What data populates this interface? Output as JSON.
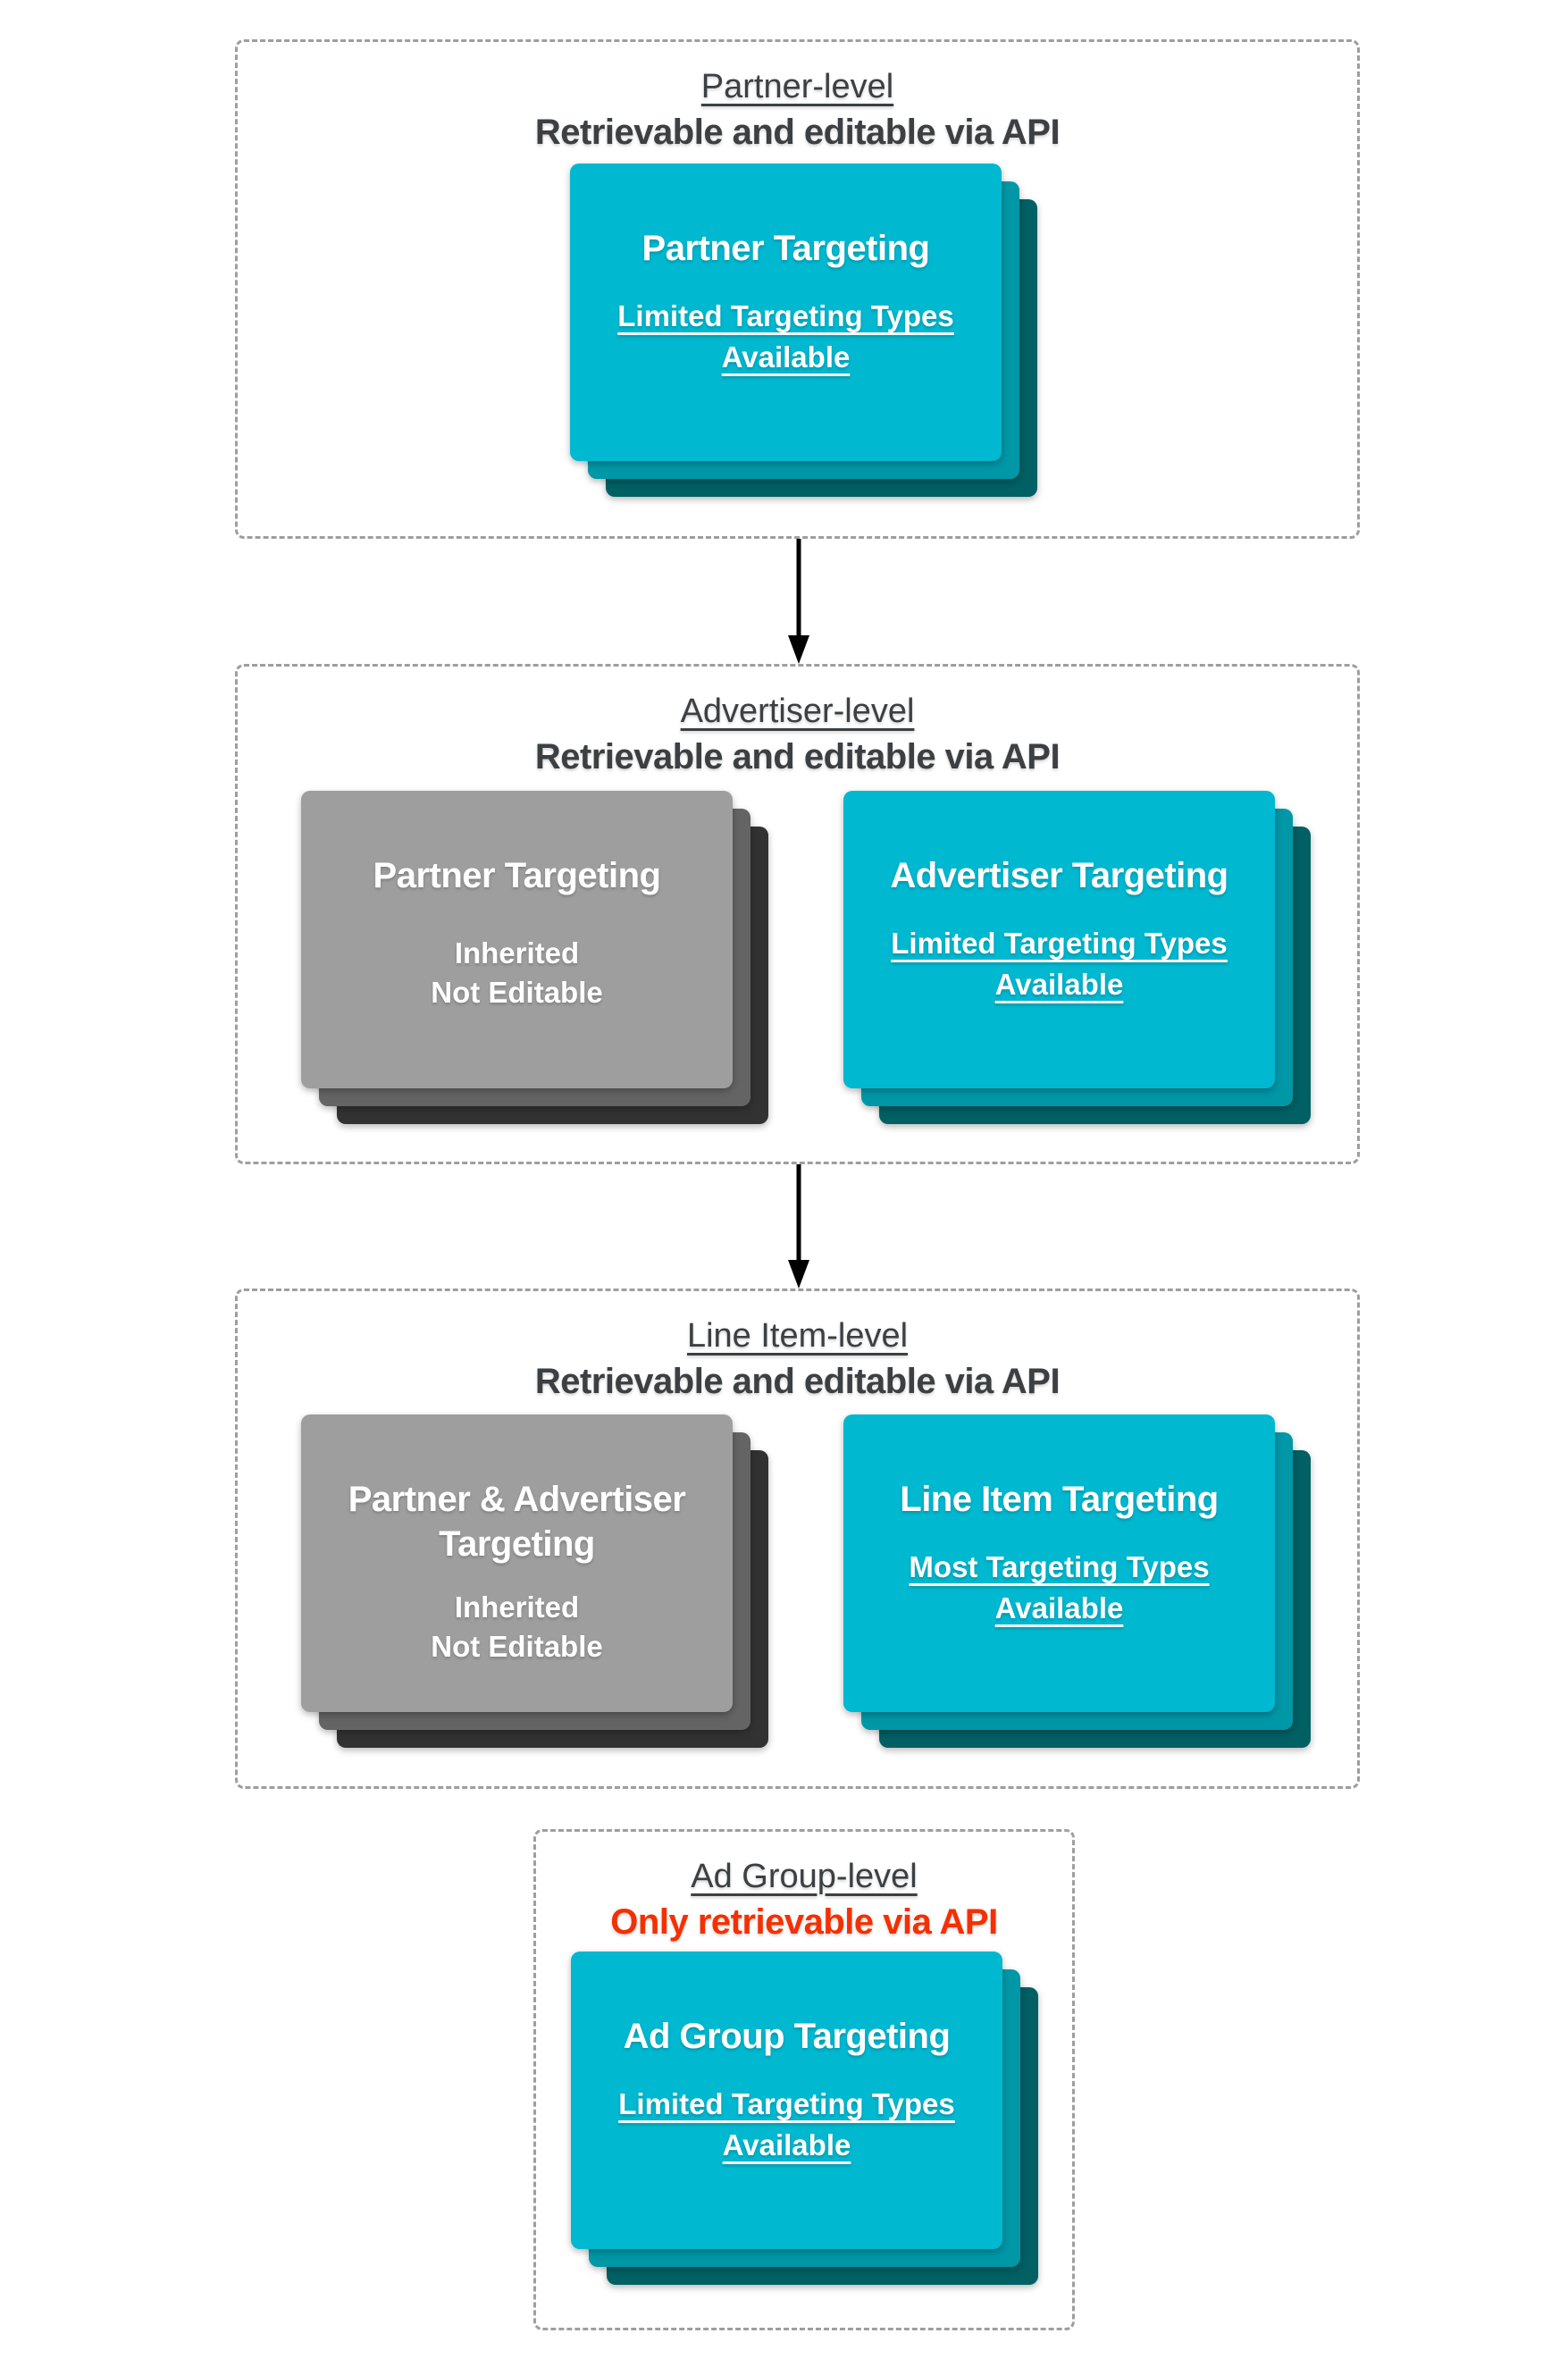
{
  "diagram": {
    "sections": [
      {
        "title": "Partner-level",
        "subtitle": "Retrievable and editable via API",
        "cards": [
          {
            "title": "Partner Targeting",
            "subtitle": "Limited Targeting Types Available"
          }
        ]
      },
      {
        "title": "Advertiser-level",
        "subtitle": "Retrievable and editable via API",
        "cards": [
          {
            "title": "Partner Targeting",
            "notes": [
              "Inherited",
              "Not Editable"
            ]
          },
          {
            "title": "Advertiser Targeting",
            "subtitle": "Limited Targeting Types Available"
          }
        ]
      },
      {
        "title": "Line Item-level",
        "subtitle": "Retrievable and editable via API",
        "cards": [
          {
            "title": "Partner & Advertiser Targeting",
            "notes": [
              "Inherited",
              "Not Editable"
            ]
          },
          {
            "title": "Line Item Targeting",
            "subtitle": "Most Targeting Types Available"
          }
        ]
      },
      {
        "title": "Ad Group-level",
        "subtitle": "Only retrievable via API",
        "cards": [
          {
            "title": "Ad Group Targeting",
            "subtitle": "Limited Targeting Types Available"
          }
        ]
      }
    ],
    "colors": {
      "teal_front": "#00b8d0",
      "teal_mid": "#0097a7",
      "teal_back": "#006064",
      "gray_front": "#9e9e9e",
      "gray_mid": "#646464",
      "gray_back": "#323232",
      "header_text": "#3c4043",
      "alert_text": "#f43000",
      "card_text": "#ffffff",
      "dashed_border": "#9e9e9e",
      "arrow": "#000000"
    }
  }
}
